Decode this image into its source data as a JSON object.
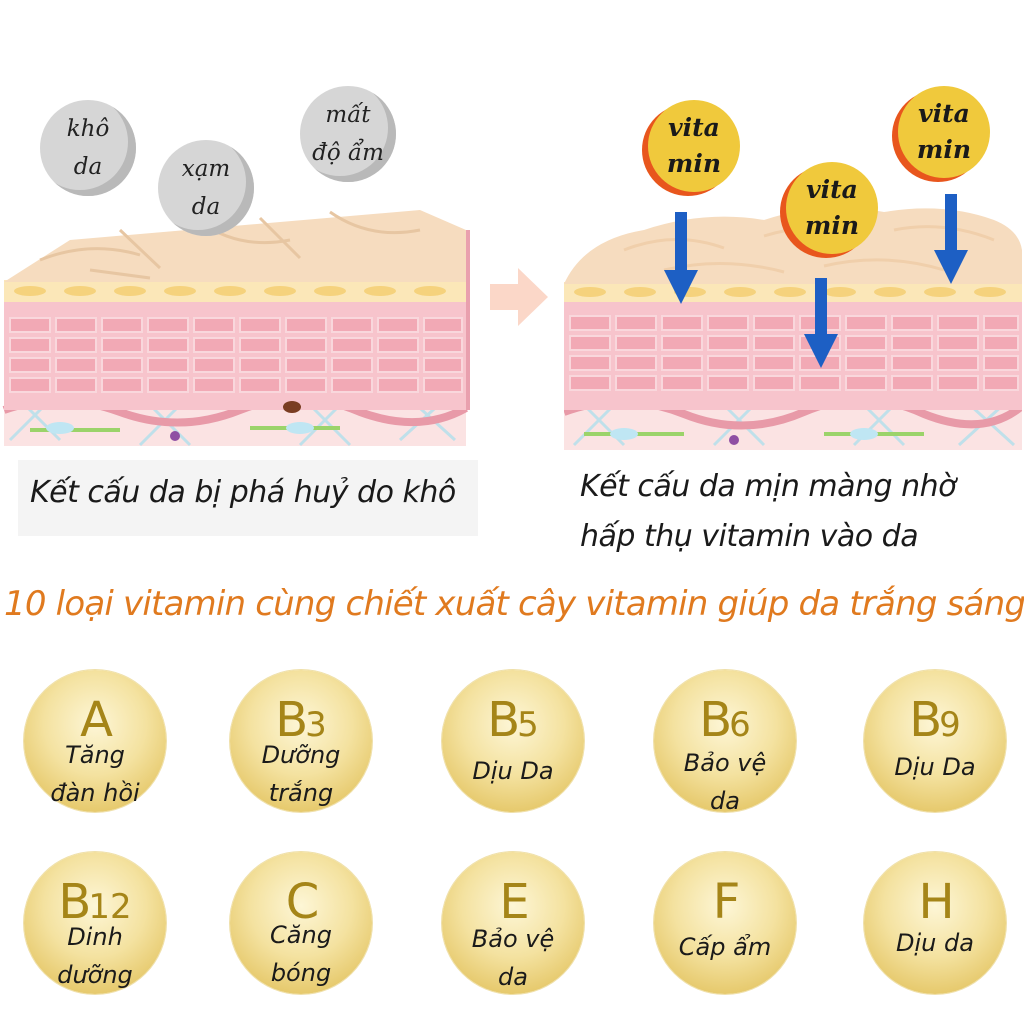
{
  "left_panel": {
    "bubbles": [
      "khô\nda",
      "xạm\nda",
      "mất\nđộ ẩm"
    ],
    "caption": "Kết cấu da bị phá huỷ do khô"
  },
  "right_panel": {
    "vitamin_bubble_line1": "vita",
    "vitamin_bubble_line2": "min",
    "caption_line1": "Kết cấu da mịn màng nhờ",
    "caption_line2": "hấp thụ vitamin vào da"
  },
  "headline": "10 loại vitamin cùng chiết xuất cây vitamin giúp da trắng sáng",
  "vitamins": [
    {
      "letter": "A",
      "sub": "",
      "benefit_line1": "Tăng",
      "benefit_line2": "đàn hồi"
    },
    {
      "letter": "B",
      "sub": "3",
      "benefit_line1": "Dưỡng",
      "benefit_line2": "trắng"
    },
    {
      "letter": "B",
      "sub": "5",
      "benefit_line1": "Dịu Da",
      "benefit_line2": ""
    },
    {
      "letter": "B",
      "sub": "6",
      "benefit_line1": "Bảo vệ",
      "benefit_line2": "da"
    },
    {
      "letter": "B",
      "sub": "9",
      "benefit_line1": "Dịu Da",
      "benefit_line2": ""
    },
    {
      "letter": "B",
      "sub": "12",
      "benefit_line1": "Dinh",
      "benefit_line2": "dưỡng"
    },
    {
      "letter": "C",
      "sub": "",
      "benefit_line1": "Căng",
      "benefit_line2": "bóng"
    },
    {
      "letter": "E",
      "sub": "",
      "benefit_line1": "Bảo vệ",
      "benefit_line2": "da"
    },
    {
      "letter": "F",
      "sub": "",
      "benefit_line1": "Cấp ẩm",
      "benefit_line2": ""
    },
    {
      "letter": "H",
      "sub": "",
      "benefit_line1": "Dịu da",
      "benefit_line2": ""
    }
  ],
  "colors": {
    "headline": "#e07a1f",
    "skin_pink": "#f2a9b5",
    "skin_top": "#f6d9b8",
    "arrow_blue": "#1d5fc4",
    "vitamin_yellow": "#f0c93c",
    "vitamin_orange": "#e8561d"
  },
  "icons": [
    "skin-cross-section-damaged",
    "transition-arrow",
    "skin-cross-section-smooth",
    "down-arrow-icon"
  ]
}
